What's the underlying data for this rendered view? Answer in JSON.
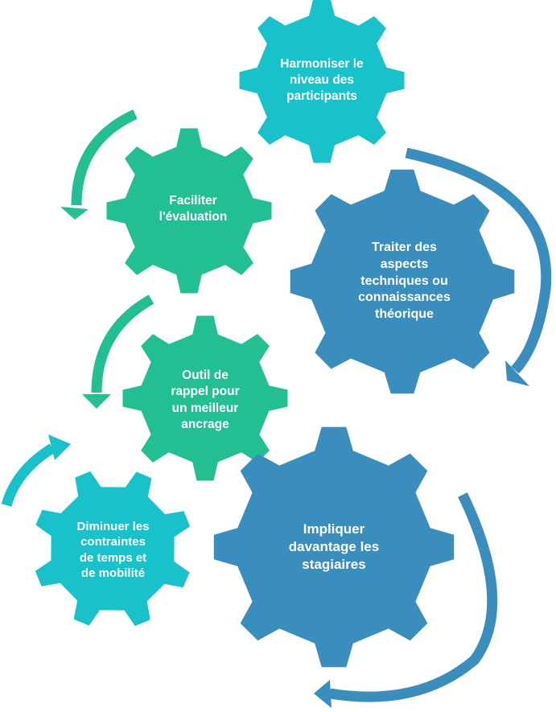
{
  "colors": {
    "cyan": "#17c2cb",
    "green": "#22bf93",
    "blue": "#3a8ebd"
  },
  "gears": [
    {
      "id": "harmoniser",
      "label": "Harmoniser le\nniveau des\nparticipants",
      "color": "cyan"
    },
    {
      "id": "faciliter",
      "label": "Faciliter\nl'évaluation",
      "color": "green"
    },
    {
      "id": "traiter",
      "label": "Traiter des\naspects\ntechniques ou\nconnaissances\nthéorique",
      "color": "blue"
    },
    {
      "id": "outil",
      "label": "Outil de\nrappel pour\nun meilleur\nancrage",
      "color": "green"
    },
    {
      "id": "diminuer",
      "label": "Diminuer les\ncontraintes\nde temps et\nde mobilité",
      "color": "cyan"
    },
    {
      "id": "impliquer",
      "label": "Impliquer\ndavantage les\nstagiaires",
      "color": "blue"
    }
  ],
  "arrows": [
    {
      "id": "top-left",
      "color": "green"
    },
    {
      "id": "right-top",
      "color": "blue"
    },
    {
      "id": "mid-left",
      "color": "green"
    },
    {
      "id": "bottom-left",
      "color": "cyan"
    },
    {
      "id": "bottom-right",
      "color": "blue"
    }
  ]
}
